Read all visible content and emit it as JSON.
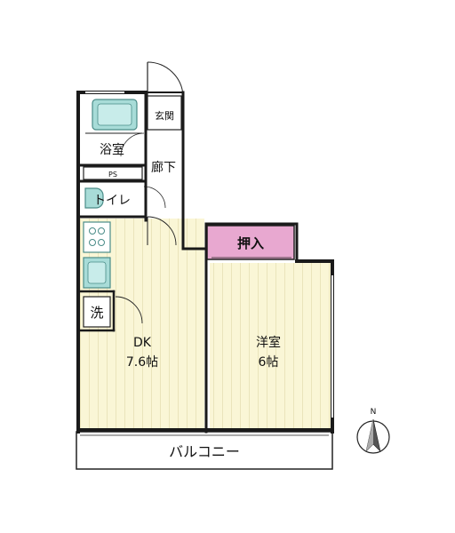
{
  "rooms": {
    "bath": "浴室",
    "entrance": "玄関",
    "hallway": "廊下",
    "pipe_space": "PS",
    "toilet": "トイレ",
    "washer": "洗",
    "closet": "押入",
    "dk_name": "DK",
    "dk_size": "7.6帖",
    "western_name": "洋室",
    "western_size": "6帖",
    "balcony": "バルコニー"
  },
  "compass": {
    "north": "N"
  },
  "colors": {
    "floor": "#faf6d6",
    "floor_line": "#d9d2a0",
    "fixture": "#a8dcd8",
    "fixture_stroke": "#4a8c88",
    "wet_area": "#ffffff",
    "closet": "#e8a8d0",
    "wall": "#1a1a1a",
    "hallway": "#ffffff"
  }
}
